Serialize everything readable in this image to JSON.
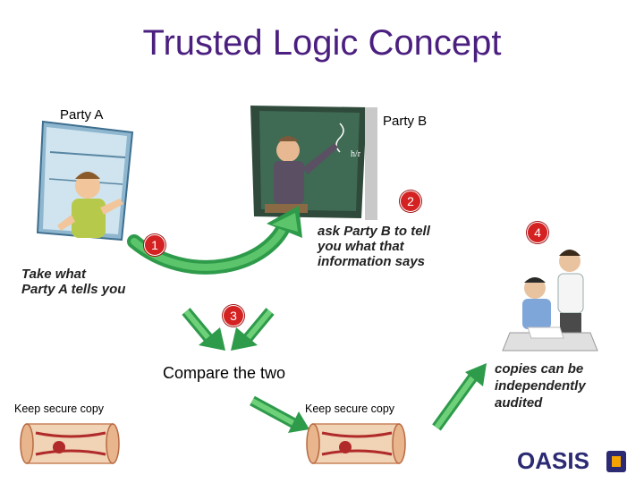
{
  "title": "Trusted Logic Concept",
  "party_a": "Party A",
  "party_b": "Party B",
  "badges": {
    "one": "1",
    "two": "2",
    "three": "3",
    "four": "4"
  },
  "take_what": [
    "Take what",
    "Party A tells you"
  ],
  "ask_party_b": [
    "ask Party B to tell",
    "you what that",
    "information says"
  ],
  "compare": "Compare the two",
  "keep_left": "Keep secure copy",
  "keep_right": "Keep secure copy",
  "audited": [
    "copies can be",
    "independently",
    "audited"
  ],
  "logo": "OASIS",
  "colors": {
    "title": "#4b1f7f",
    "arrow_green": "#2e9b4b",
    "badge_red": "#d42222",
    "logo": "#2b2a72",
    "logo_accent": "#f4a300"
  }
}
